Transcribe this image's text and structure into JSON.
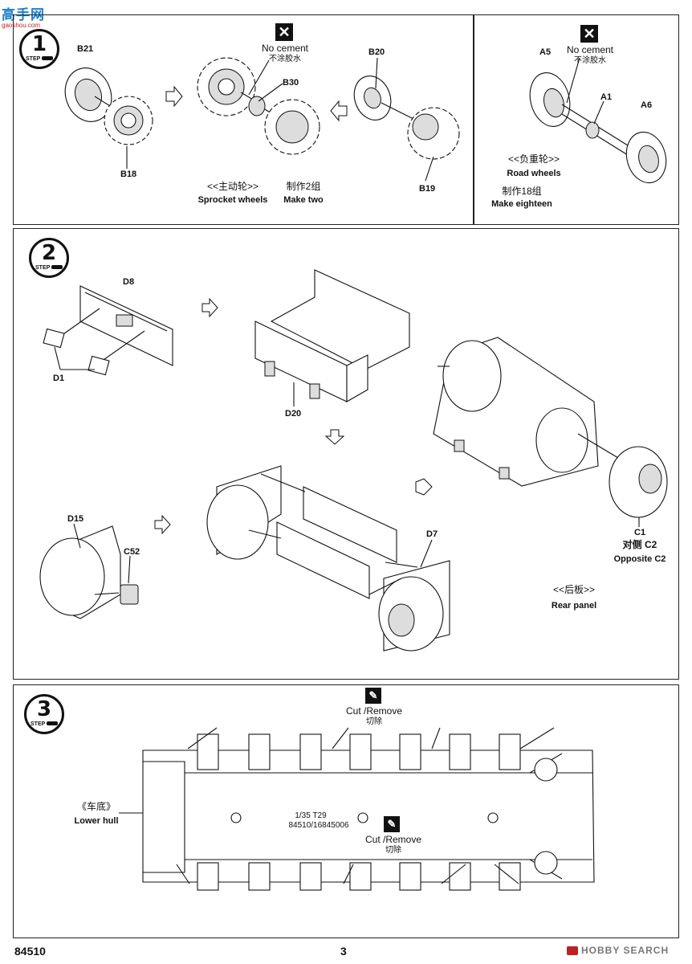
{
  "brand": {
    "logo_cn": "高手网",
    "logo_url": "gaoshou.com"
  },
  "step1": {
    "number": "1",
    "step_word": "STEP",
    "no_cement_left": "No cement",
    "no_cement_left_cn": "不涂胶水",
    "parts": [
      "B21",
      "B18",
      "B30",
      "B20",
      "B19"
    ],
    "sprocket_cn": "<<主动轮>>",
    "sprocket_en": "Sprocket wheels",
    "make_cn": "制作2组",
    "make_en": "Make two",
    "no_cement_right": "No cement",
    "no_cement_right_cn": "不涂胶水",
    "right_parts": [
      "A5",
      "A1",
      "A6"
    ],
    "road_cn": "<<负重轮>>",
    "road_en": "Road  wheels",
    "make18_cn": "制作18组",
    "make18_en": "Make eighteen"
  },
  "step2": {
    "number": "2",
    "step_word": "STEP",
    "parts": [
      "D8",
      "D1",
      "D20",
      "D15",
      "C52",
      "D7",
      "C1"
    ],
    "opposite_cn": "对侧  C2",
    "opposite_en": "Opposite  C2",
    "rear_cn": "<<后板>>",
    "rear_en": "Rear  panel"
  },
  "step3": {
    "number": "3",
    "step_word": "STEP",
    "cut_top_en": "Cut /Remove",
    "cut_top_cn": "切除",
    "lower_hull_cn": "《车底》",
    "lower_hull_en": "Lower hull",
    "hull_text1": "1/35  T29",
    "hull_text2": "84510/16845006",
    "cut_mid_en": "Cut /Remove",
    "cut_mid_cn": "切除"
  },
  "footer": {
    "code": "84510",
    "page": "3",
    "watermark": "HOBBY SEARCH"
  }
}
